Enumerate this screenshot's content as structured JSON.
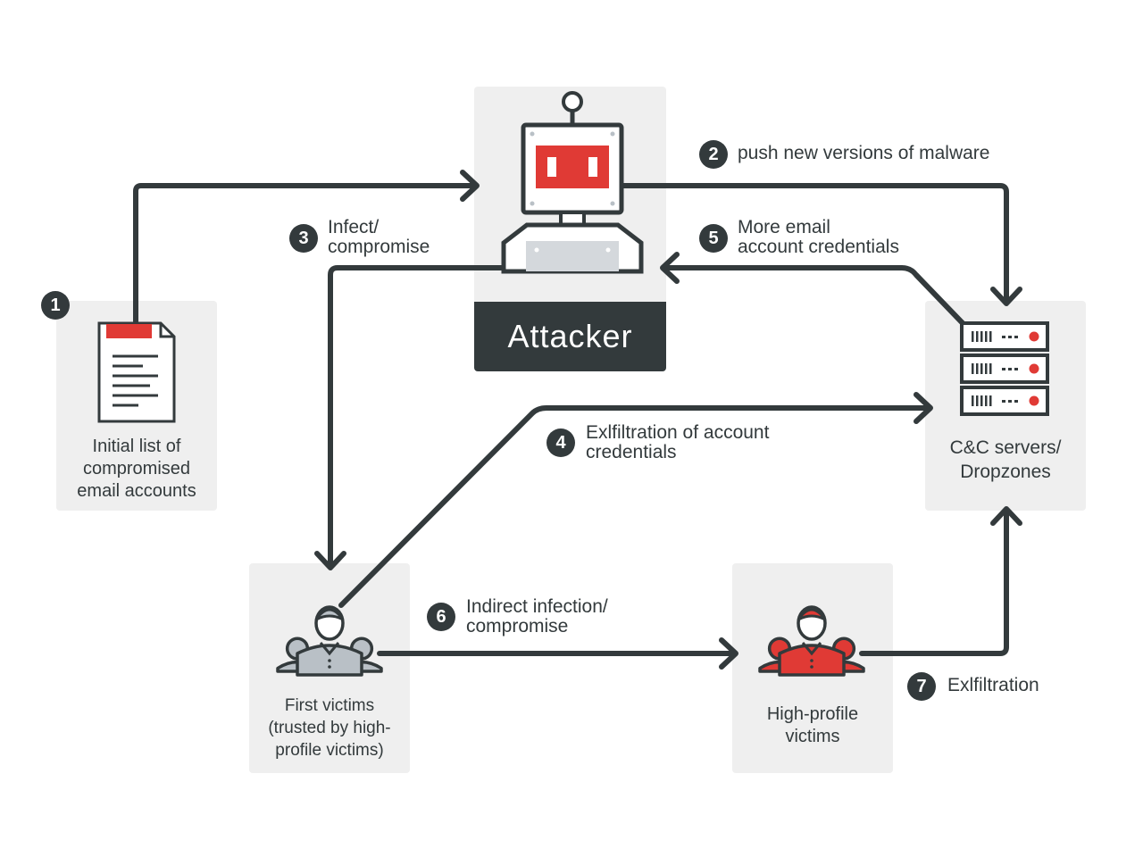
{
  "nodes": {
    "initial_list": {
      "label": "Initial list of\ncompromised\nemail accounts"
    },
    "attacker": {
      "label": "Attacker"
    },
    "cc_servers": {
      "label": "C&C servers/\nDropzones"
    },
    "first_victims": {
      "label": "First victims\n(trusted by high-\nprofile victims)"
    },
    "high_profile": {
      "label": "High-profile\nvictims"
    }
  },
  "steps": [
    {
      "num": "1",
      "text": ""
    },
    {
      "num": "2",
      "text": "push new versions of malware"
    },
    {
      "num": "3",
      "text": "Infect/\ncompromise"
    },
    {
      "num": "4",
      "text": "Exlfiltration of account\ncredentials"
    },
    {
      "num": "5",
      "text": "More email\naccount credentials"
    },
    {
      "num": "6",
      "text": "Indirect infection/\ncompromise"
    },
    {
      "num": "7",
      "text": "Exlfiltration"
    }
  ],
  "colors": {
    "dark": "#333a3c",
    "accent_red": "#e03a35",
    "panel_gray": "#efefef",
    "light_gray": "#b9c0c6"
  }
}
